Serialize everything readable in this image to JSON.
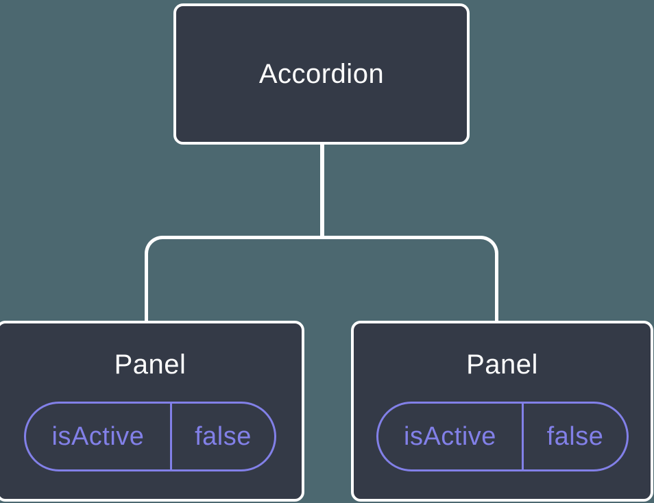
{
  "diagram": {
    "type": "component-tree",
    "root": {
      "label": "Accordion"
    },
    "children": [
      {
        "label": "Panel",
        "state": {
          "key": "isActive",
          "value": "false"
        }
      },
      {
        "label": "Panel",
        "state": {
          "key": "isActive",
          "value": "false"
        }
      }
    ]
  },
  "colors": {
    "background": "#4C6870",
    "node_fill": "#343A47",
    "node_border": "#FFFFFF",
    "connector": "#FFFFFF",
    "accent": "#8280E8",
    "title_text": "#FFFFFF"
  }
}
